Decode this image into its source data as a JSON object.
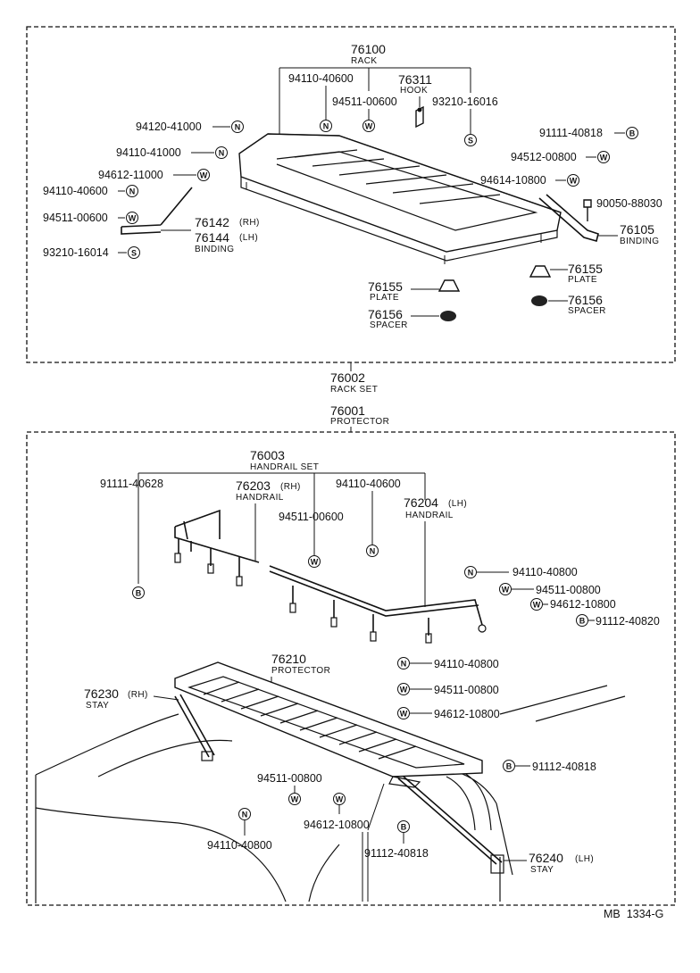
{
  "diagram": {
    "rack_set": {
      "number": "76002",
      "name": "RACK SET"
    },
    "rack": {
      "number": "76100",
      "name": "RACK"
    },
    "hook": {
      "number": "76311",
      "name": "HOOK"
    },
    "rack_binding_side": {
      "number_rh": "76142",
      "rh": "(RH)",
      "number_lh": "76144",
      "lh": "(LH)",
      "name": "BINDING"
    },
    "rack_binding_rear": {
      "number": "76105",
      "name": "BINDING"
    },
    "plate_a": {
      "number": "76155",
      "name": "PLATE"
    },
    "spacer_a": {
      "number": "76156",
      "name": "SPACER"
    },
    "plate_b": {
      "number": "76155",
      "name": "PLATE"
    },
    "spacer_b": {
      "number": "76156",
      "name": "SPACER"
    },
    "protector_top": {
      "number": "76001",
      "name": "PROTECTOR"
    },
    "handrail_set": {
      "number": "76003",
      "name": "HANDRAIL SET"
    },
    "handrail_rh": {
      "number": "76203",
      "side": "(RH)",
      "name": "HANDRAIL"
    },
    "handrail_lh": {
      "number": "76204",
      "side": "(LH)",
      "name": "HANDRAIL"
    },
    "protector": {
      "number": "76210",
      "name": "PROTECTOR"
    },
    "stay_rh": {
      "number": "76230",
      "side": "(RH)",
      "name": "STAY"
    },
    "stay_lh": {
      "number": "76240",
      "side": "(LH)",
      "name": "STAY"
    },
    "page_code": "MB  1334-G"
  },
  "symbols": {
    "N": "N",
    "W": "W",
    "S": "S",
    "B": "B"
  },
  "rack_fasteners": {
    "p1": "94110-40600",
    "p2": "94511-00600",
    "p3": "93210-16016",
    "p4": "94120-41000",
    "p5": "94110-41000",
    "p6": "94612-11000",
    "p7": "94110-40600",
    "p8": "94511-00600",
    "p9": "93210-16014",
    "p10": "91111-40818",
    "p11": "94512-00800",
    "p12": "94614-10800",
    "p13": "90050-88030"
  },
  "handrail_fasteners": {
    "p1": "91111-40628",
    "p2": "94110-40600",
    "p3": "94511-00600",
    "p4": "94110-40800",
    "p5": "94511-00800",
    "p6": "94612-10800",
    "p7": "91112-40820"
  },
  "protector_fasteners": {
    "p1": "94110-40800",
    "p2": "94511-00800",
    "p3": "94612-10800",
    "p4": "91112-40818",
    "p5": "94511-00800",
    "p6": "94612-10800",
    "p7": "91112-40818",
    "p8": "94110-40800"
  }
}
